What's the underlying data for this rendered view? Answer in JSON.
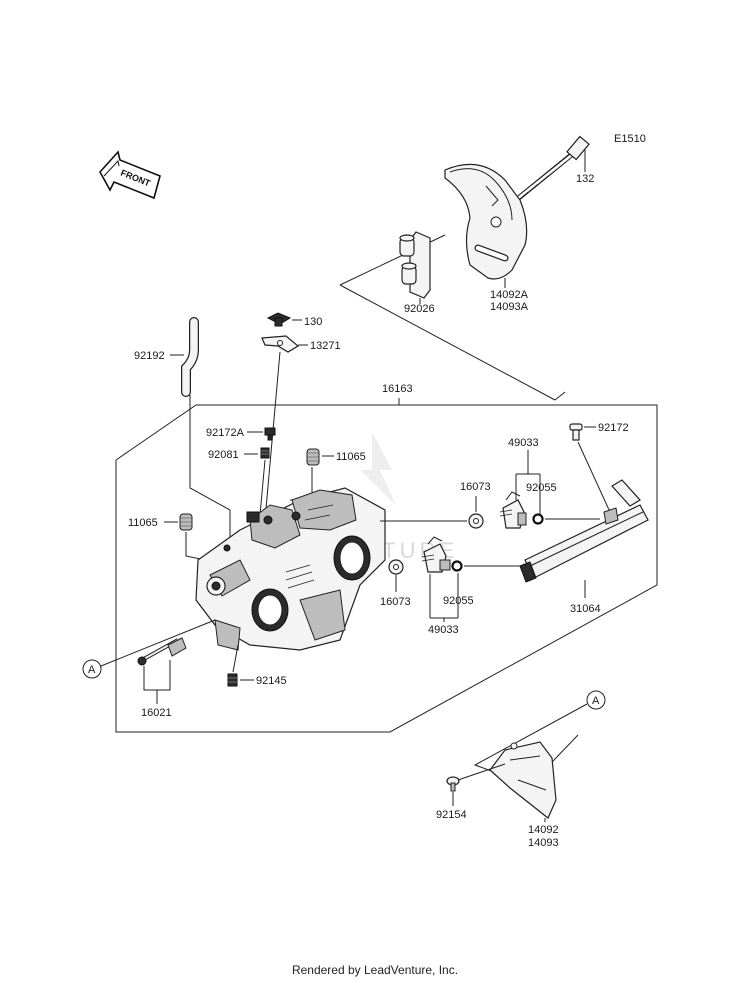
{
  "diagram": {
    "code": "E1510",
    "front_label": "FRONT",
    "watermark": "VENTURE",
    "callout_a": "A",
    "labels": {
      "p132": "132",
      "p14092A": "14092A",
      "p14093A": "14093A",
      "p92026": "92026",
      "p130": "130",
      "p13271": "13271",
      "p92192": "92192",
      "p16163": "16163",
      "p92172A": "92172A",
      "p92081": "92081",
      "p11065a": "11065",
      "p11065b": "11065",
      "p16073a": "16073",
      "p16073b": "16073",
      "p49033a": "49033",
      "p49033b": "49033",
      "p92055a": "92055",
      "p92055b": "92055",
      "p92172": "92172",
      "p31064": "31064",
      "p92145": "92145",
      "p16021": "16021",
      "p92154": "92154",
      "p14092": "14092",
      "p14093": "14093"
    }
  },
  "footer": {
    "text": "Rendered by LeadVenture, Inc."
  }
}
